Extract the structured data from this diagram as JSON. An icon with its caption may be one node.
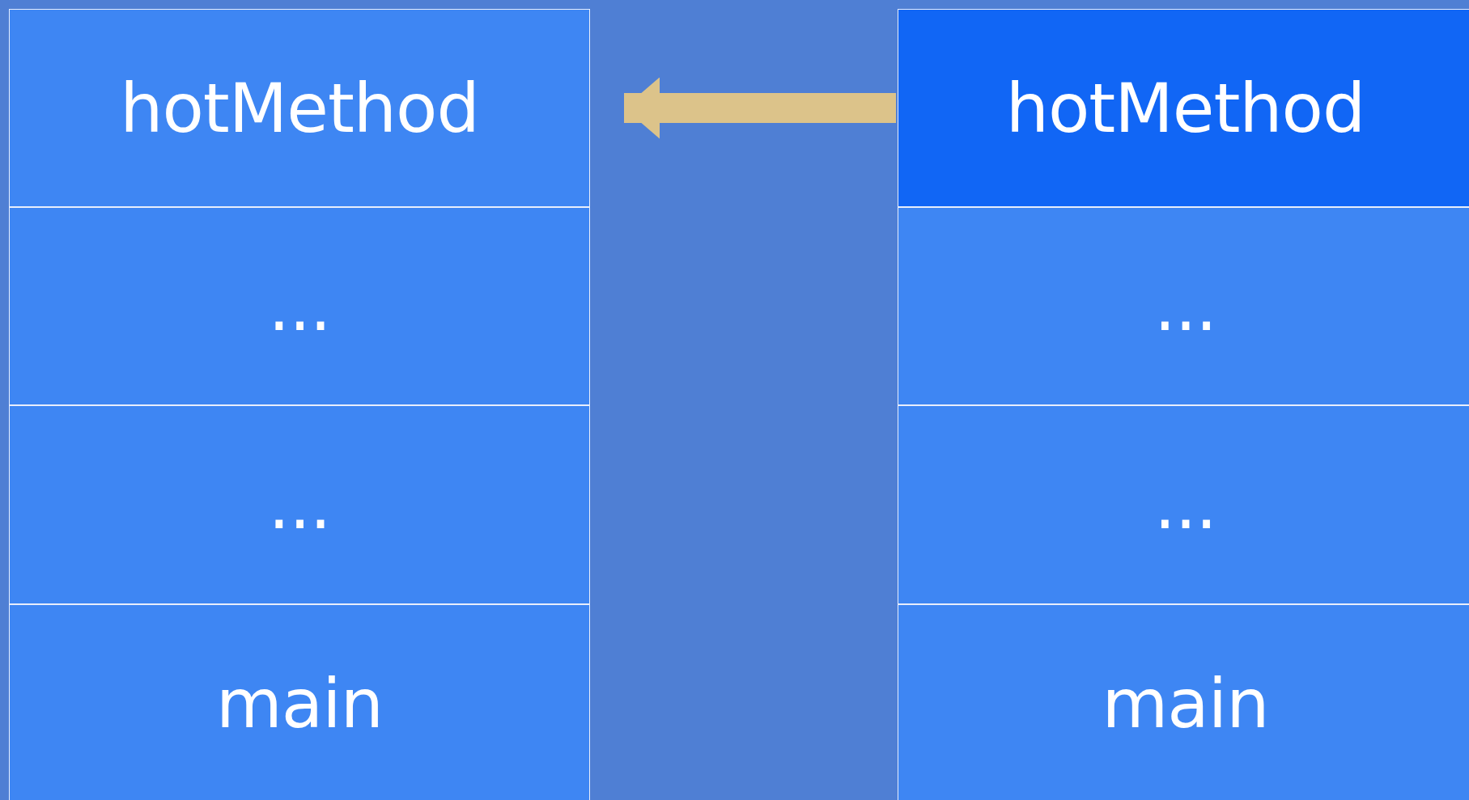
{
  "diagram": {
    "nodes": [
      {
        "text": [
          "hotMethod"
        ]
      },
      {
        "text": [
          "..."
        ]
      },
      {
        "text": [
          "..."
        ]
      },
      {
        "text": [
          "main"
        ]
      },
      {
        "text": [
          "hotMethod"
        ]
      },
      {
        "text": [
          "..."
        ]
      },
      {
        "text": [
          "..."
        ]
      },
      {
        "text": [
          "main"
        ]
      }
    ],
    "edges": [
      {
        "from": 4,
        "to": 0,
        "arrow": "to",
        "color": "#dcc38a"
      }
    ]
  }
}
